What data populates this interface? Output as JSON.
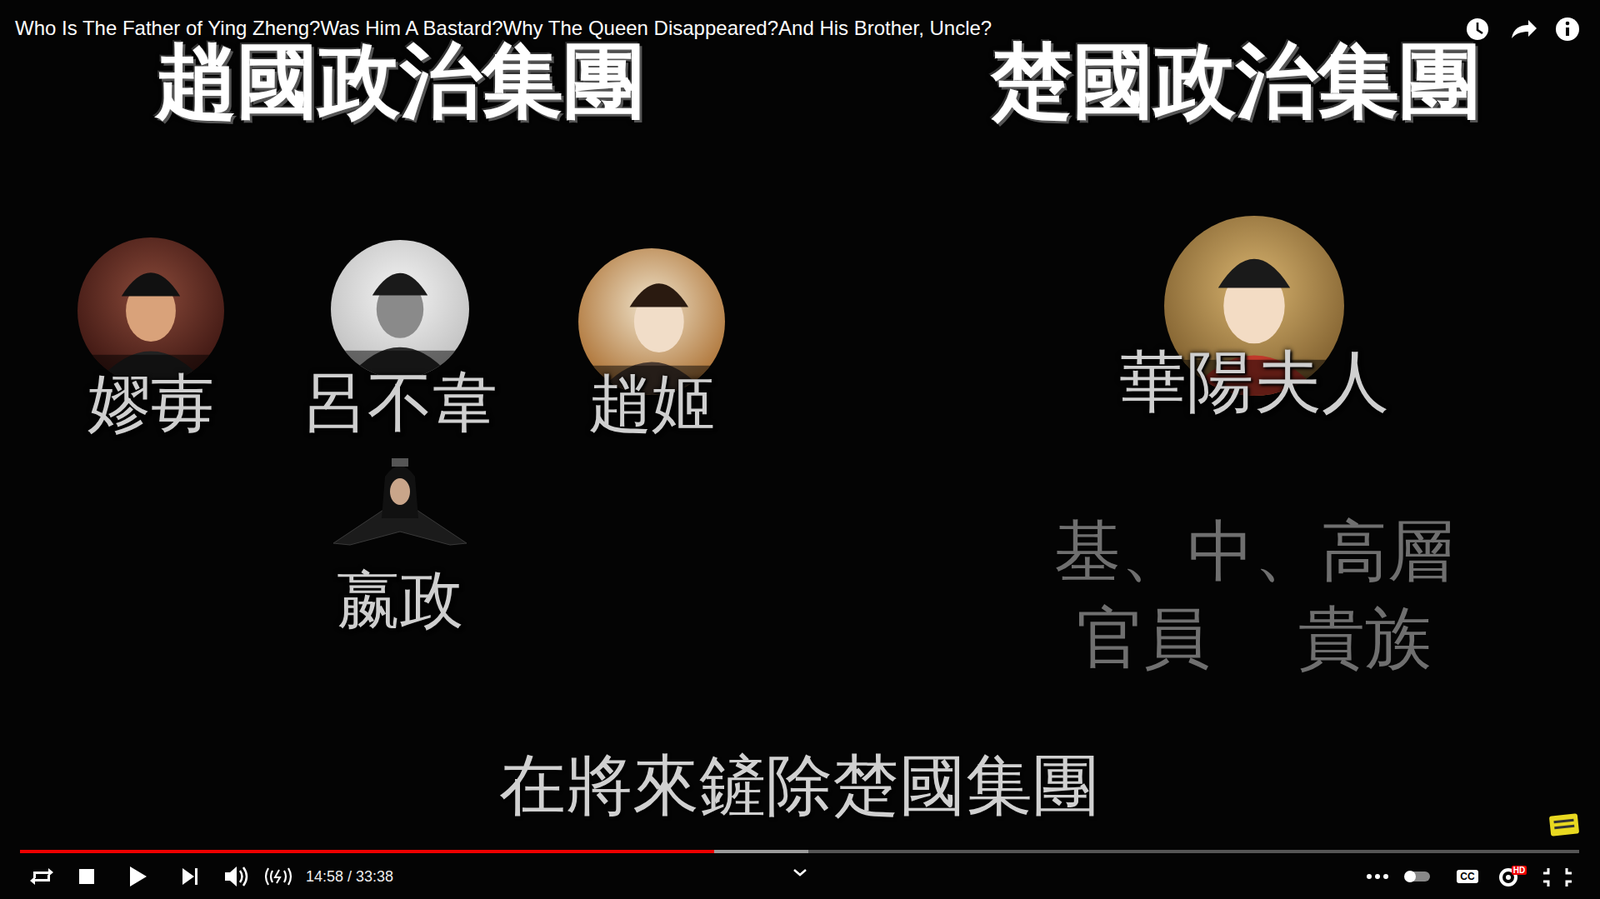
{
  "diagram": {
    "title": "Who Is The Father of Ying Zheng?Was Him A Bastard?Why The Queen Disappeared?And His Brother, Uncle?",
    "caption": "在將來鏟除楚國集團",
    "nodes": [
      {
        "text": [
          "嫪毐"
        ]
      },
      {
        "text": [
          "呂不韋"
        ]
      },
      {
        "text": [
          "趙姬"
        ]
      },
      {
        "text": [
          "嬴政"
        ]
      },
      {
        "text": [
          "華陽夫人"
        ]
      }
    ],
    "labels": [
      "趙國政治集團",
      "楚國政治集團",
      "基、中、高層 官員 貴族",
      "14:58 / 33:38",
      "CC",
      "HD"
    ]
  }
}
